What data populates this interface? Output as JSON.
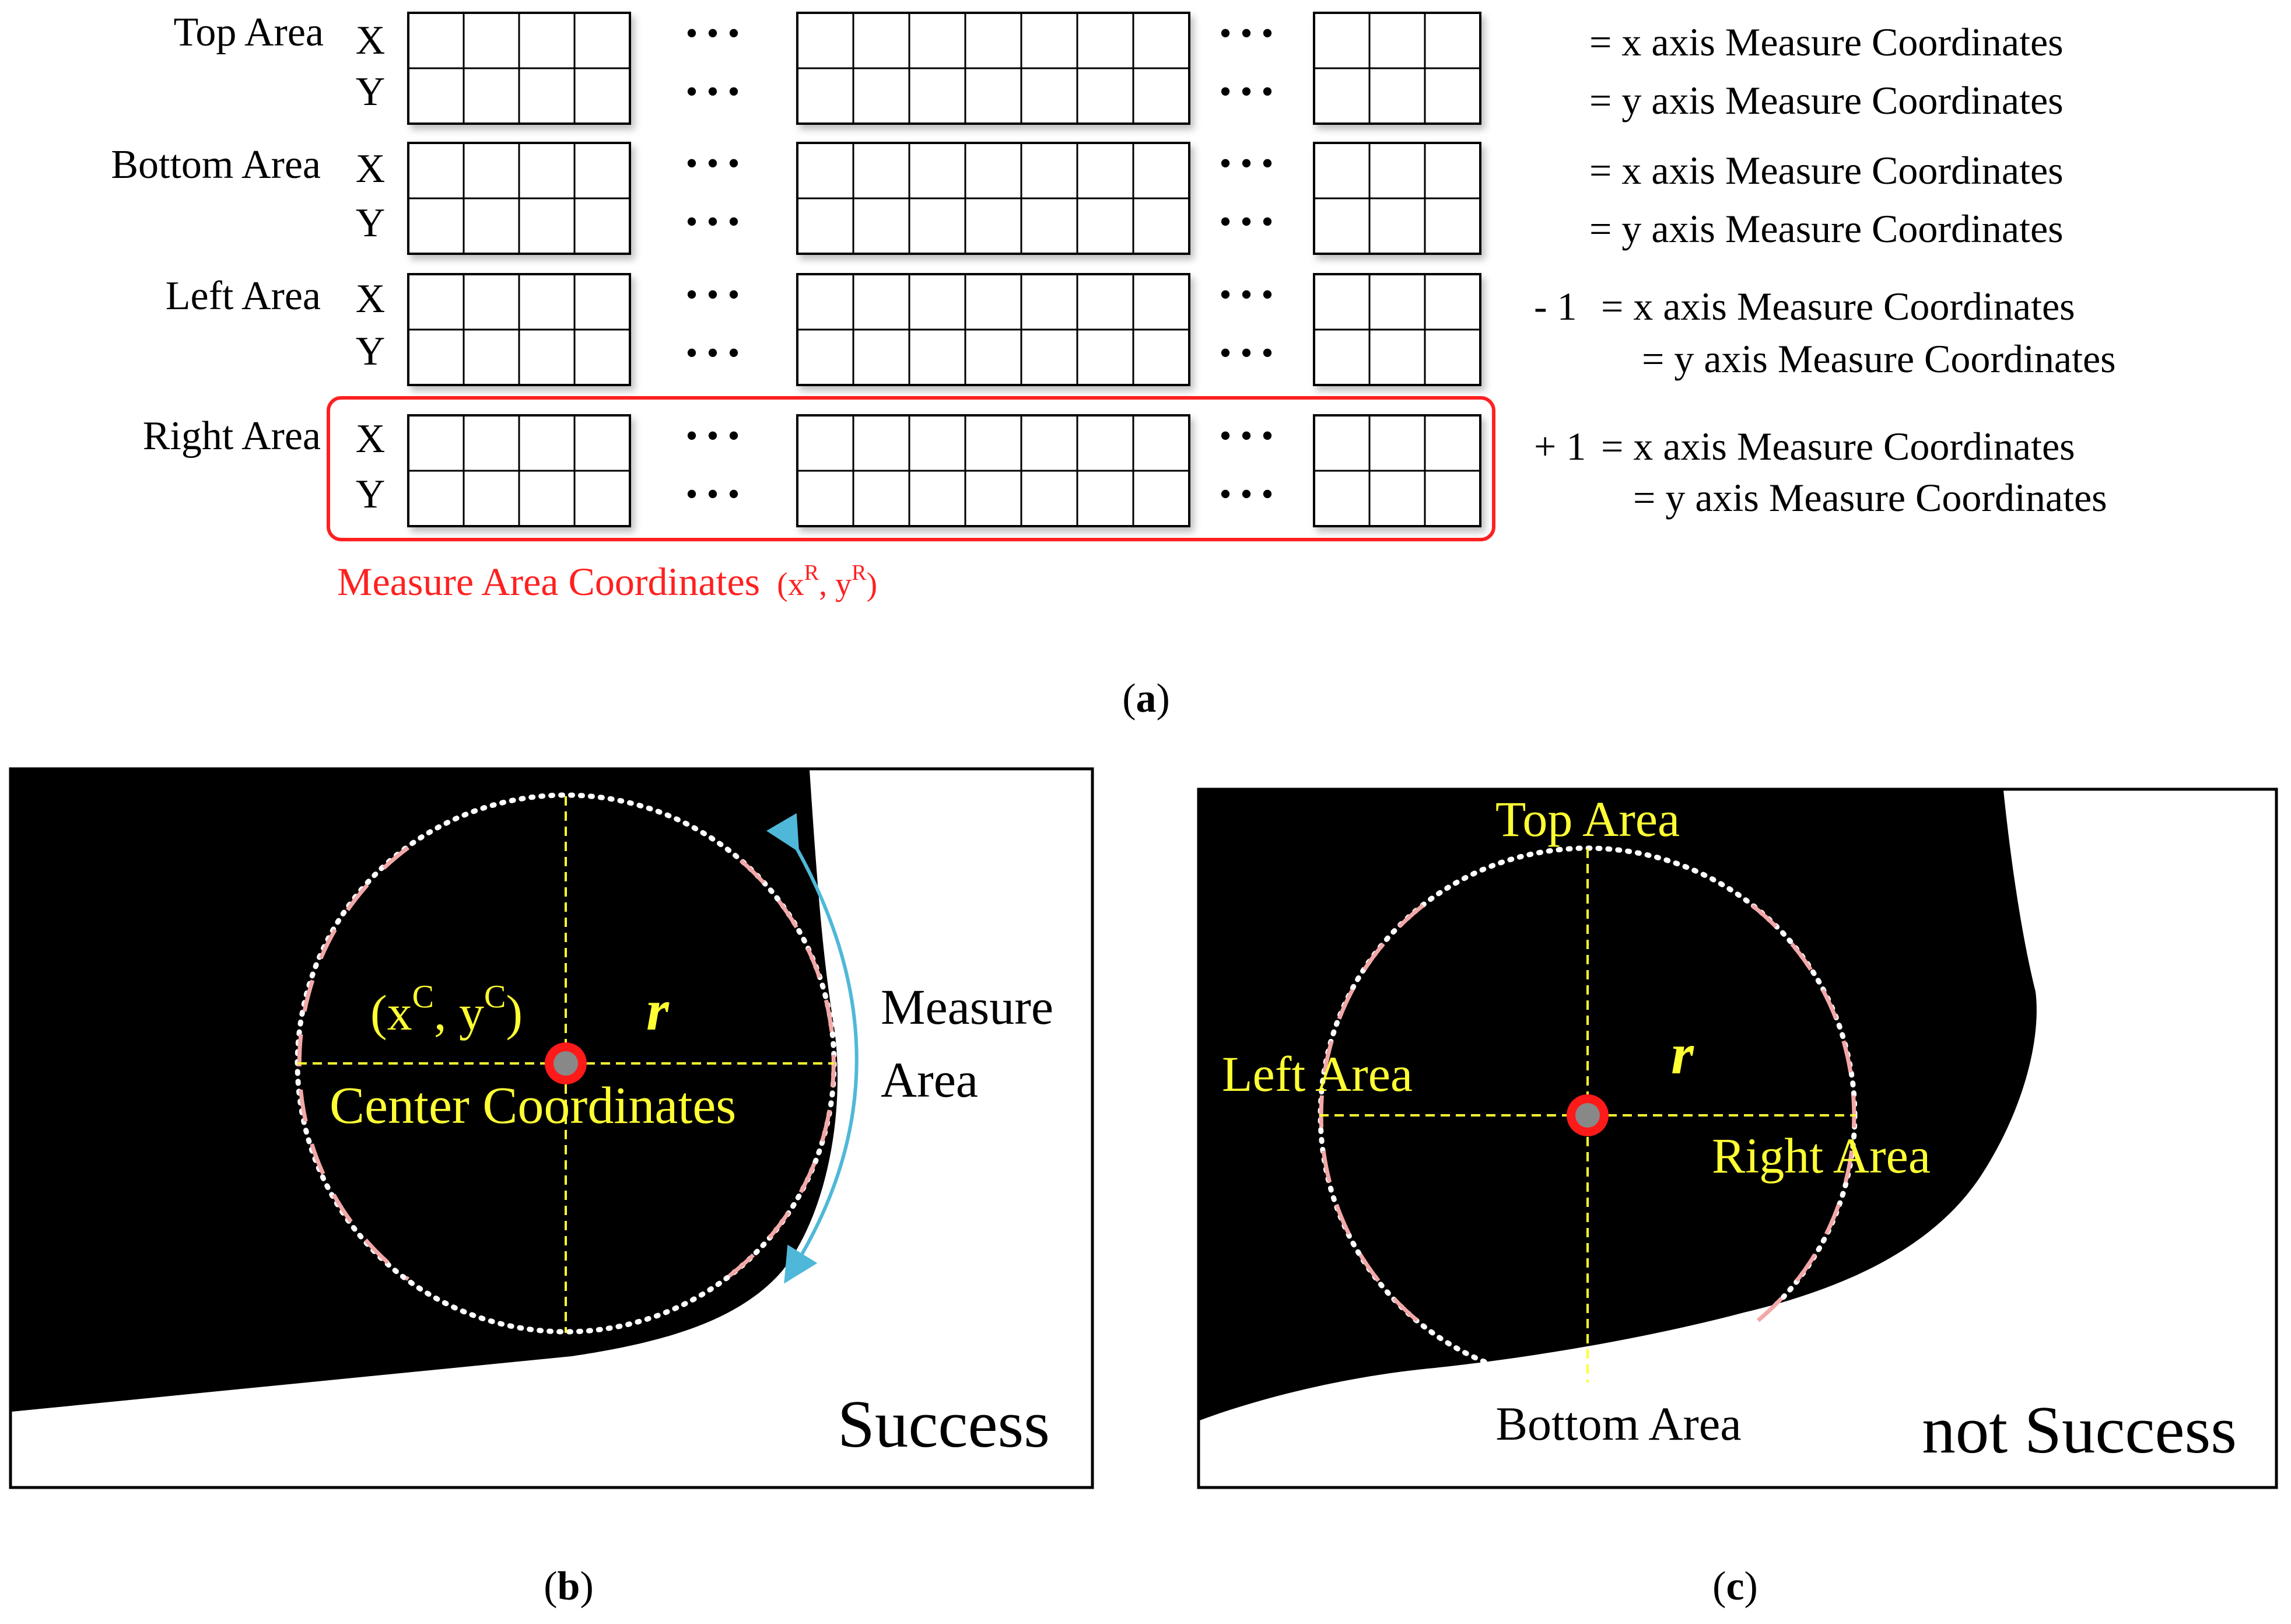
{
  "panel_a": {
    "caption": "a",
    "axis_x": "X",
    "axis_y": "Y",
    "ellipsis": "• • •",
    "rows": [
      {
        "area": "Top Area",
        "eq_prefix": "",
        "eq_x": "= x axis Measure Coordinates",
        "eq_y": "= y axis Measure Coordinates"
      },
      {
        "area": "Bottom Area",
        "eq_prefix": "",
        "eq_x": "= x axis Measure Coordinates",
        "eq_y": "= y axis Measure Coordinates"
      },
      {
        "area": "Left Area",
        "eq_prefix": "- 1",
        "eq_x": "= x axis Measure Coordinates",
        "eq_y": "= y axis Measure Coordinates"
      },
      {
        "area": "Right Area",
        "eq_prefix": "+ 1",
        "eq_x": "= x axis Measure Coordinates",
        "eq_y": "= y axis Measure Coordinates"
      }
    ],
    "highlight_label": "Measure Area Coordinates",
    "highlight_math": "(x",
    "highlight_sup_x": "R",
    "highlight_mid": ", y",
    "highlight_sup_y": "R",
    "highlight_end": ")",
    "highlight_color": "#ff2020"
  },
  "panel_b": {
    "caption": "b",
    "coord_open": "(x",
    "coord_sup_x": "C",
    "coord_mid": ", y",
    "coord_sup_y": "C",
    "coord_close": ")",
    "radius_label": "r",
    "center_label": "Center Coordinates",
    "measure_line1": "Measure",
    "measure_line2": "Area",
    "result": "Success",
    "label_color": "#ffff33",
    "arrow_color": "#4fb8d8"
  },
  "panel_c": {
    "caption": "c",
    "top": "Top Area",
    "left": "Left Area",
    "right": "Right Area",
    "bottom": "Bottom Area",
    "radius_label": "r",
    "result": "not Success"
  }
}
